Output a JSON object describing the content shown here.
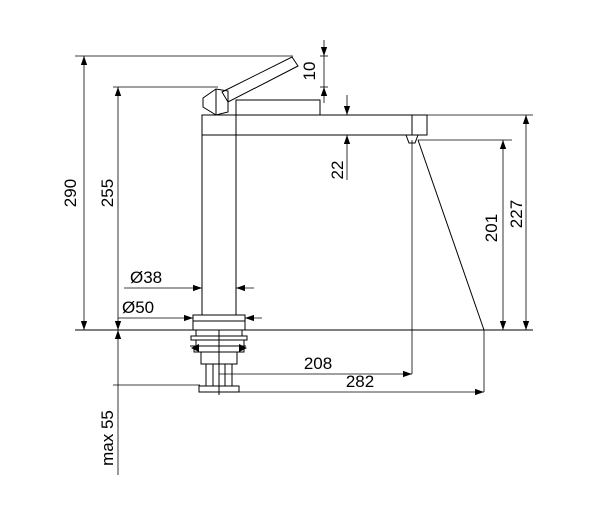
{
  "dimensions": {
    "total_height": "290",
    "height_255": "255",
    "lever_gap": "10",
    "spout_thickness": "22",
    "outlet_height": "201",
    "spout_height": "227",
    "body_diameter": "Ø38",
    "base_diameter": "Ø50",
    "reach_208": "208",
    "reach_282": "282",
    "max_deck": "max 55"
  }
}
